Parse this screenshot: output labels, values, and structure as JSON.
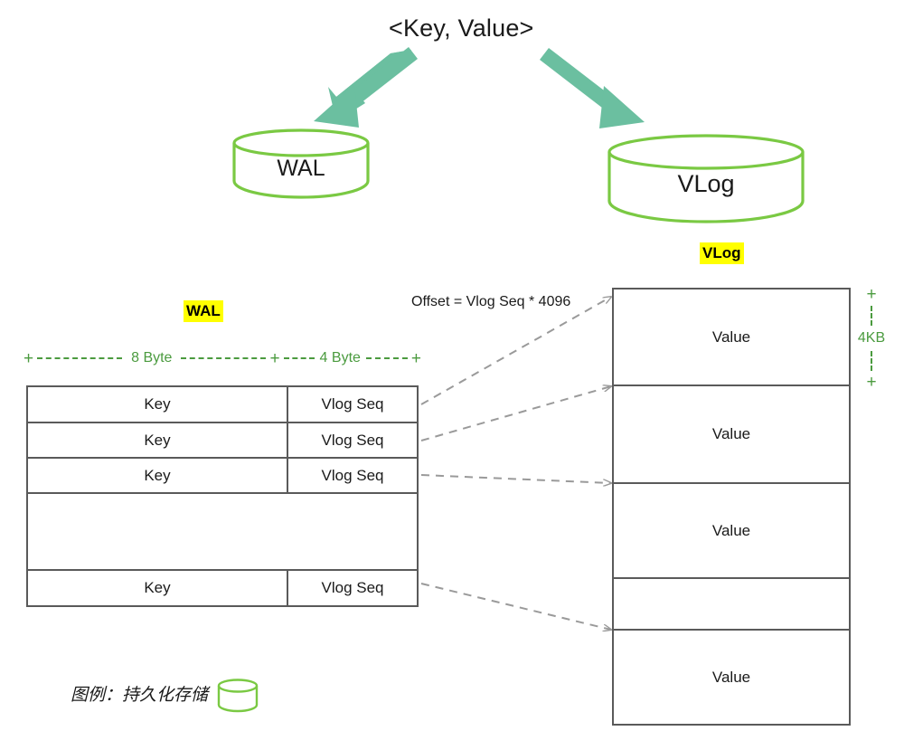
{
  "diagram": {
    "title": "<Key, Value>",
    "accent_arrow_color": "#6BBFA0",
    "cylinder_color": "#7AC943",
    "highlight_color": "#FFFF00",
    "connector_color": "#9a9a9a",
    "dimension_color": "#4B9B3F",
    "table_border_color": "#5A5A5A"
  },
  "stores": {
    "wal_cylinder_label": "WAL",
    "vlog_cylinder_label": "VLog"
  },
  "tags": {
    "wal_tag": "WAL",
    "vlog_tag": "VLog"
  },
  "formula": {
    "offset_text": "Offset = Vlog Seq  * 4096"
  },
  "wal_table": {
    "name": "WAL",
    "columns": [
      "Key",
      "Vlog Seq"
    ],
    "width_labels": {
      "key_width": "8 Byte",
      "seq_width": "4 Byte",
      "tick": "+"
    },
    "rows": [
      {
        "type": "entry",
        "key": "Key",
        "seq": "Vlog Seq"
      },
      {
        "type": "entry",
        "key": "Key",
        "seq": "Vlog Seq"
      },
      {
        "type": "entry",
        "key": "Key",
        "seq": "Vlog Seq"
      },
      {
        "type": "ellipsis"
      },
      {
        "type": "entry",
        "key": "Key",
        "seq": "Vlog Seq"
      }
    ]
  },
  "vlog_table": {
    "name": "VLog",
    "block_size_label": "4KB",
    "tick": "+",
    "rows": [
      {
        "type": "entry",
        "value": "Value"
      },
      {
        "type": "entry",
        "value": "Value"
      },
      {
        "type": "entry",
        "value": "Value"
      },
      {
        "type": "ellipsis"
      },
      {
        "type": "entry",
        "value": "Value"
      }
    ]
  },
  "legend": {
    "text": "图例：持久化存储",
    "icon": "cylinder-icon"
  }
}
